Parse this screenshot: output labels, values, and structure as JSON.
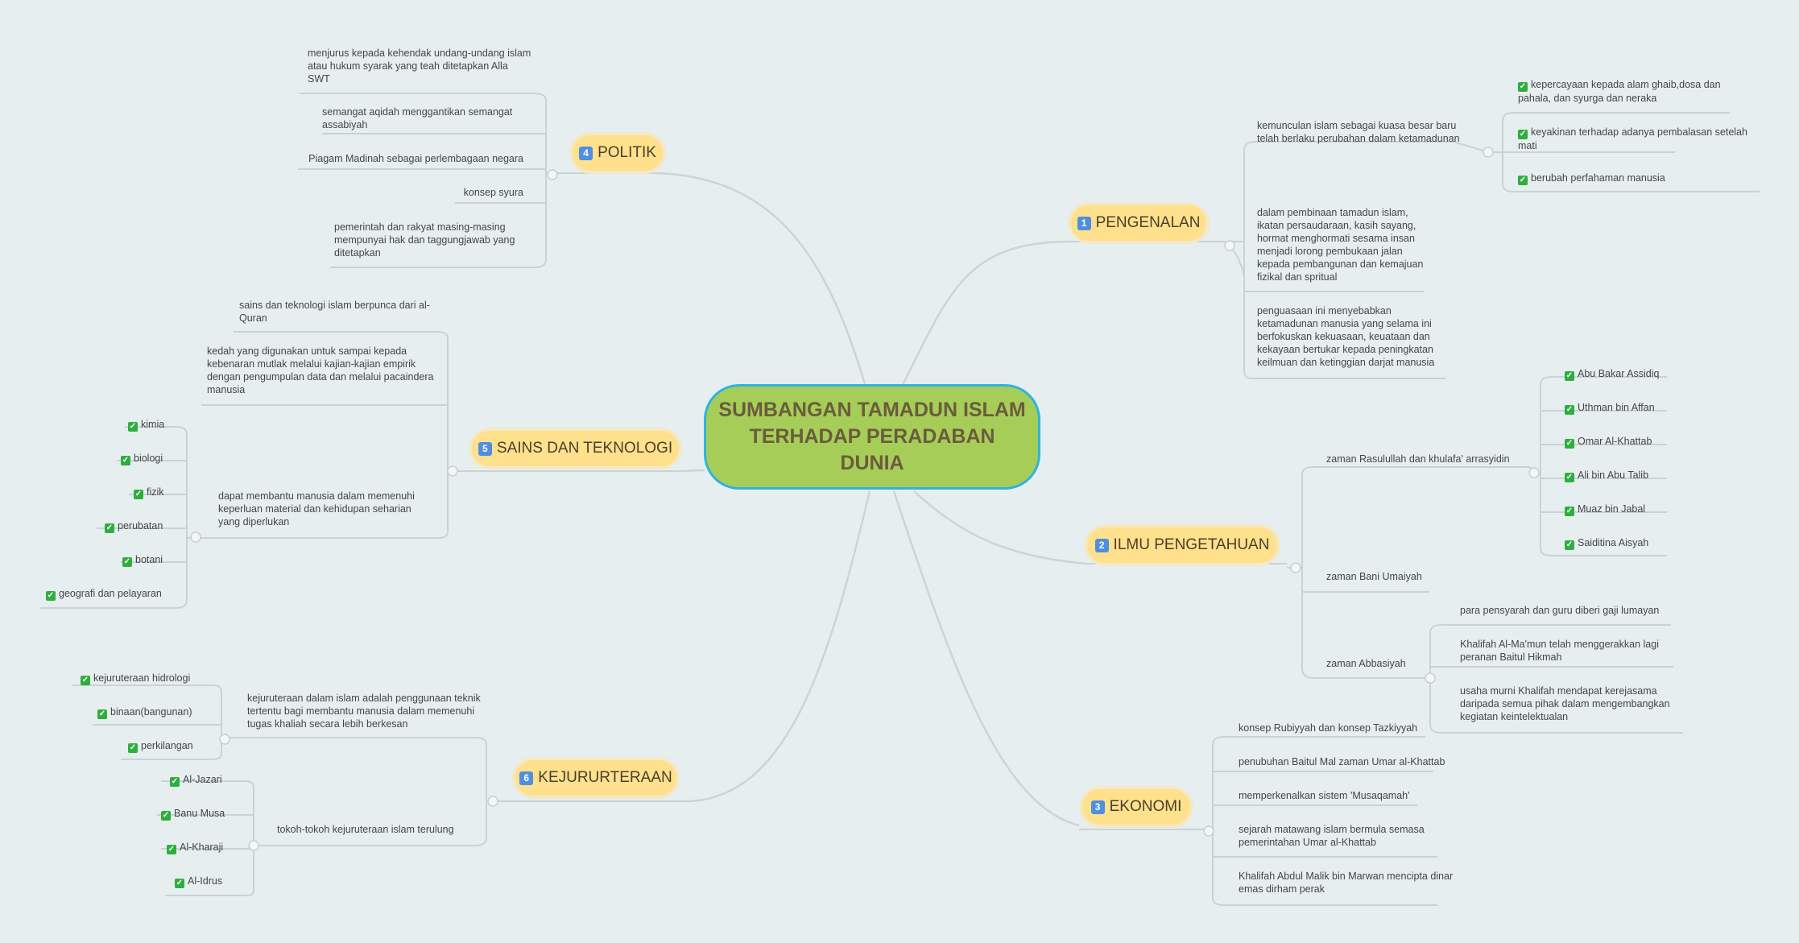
{
  "central": {
    "title": "SUMBANGAN TAMADUN ISLAM TERHADAP PERADABAN DUNIA"
  },
  "icons": {
    "number_badge": "keycap-number-icon",
    "check": "check-mark-button-icon"
  },
  "colors": {
    "central_fill": "#a6cd58",
    "central_border": "#2eb3df",
    "branch_fill": "#ffe08c",
    "check_green": "#2fae3f",
    "number_blue": "#4f8ee0",
    "line": "#c9d2d4"
  },
  "branches": {
    "pengenalan": {
      "num": "1",
      "label": "PENGENALAN",
      "items": [
        "kemunculan islam sebagai kuasa besar baru telah berlaku perubahan dalam ketamadunan",
        "dalam pembinaan tamadun islam, ikatan persaudaraan, kasih sayang, hormat menghormati sesama insan menjadi lorong pembukaan jalan kepada pembangunan dan kemajuan fizikal dan spritual",
        "penguasaan ini menyebabkan ketamadunan manusia yang selama ini berfokuskan kekuasaan, keuataan dan kekayaan bertukar kepada peningkatan keilmuan dan ketinggian darjat manusia"
      ],
      "sub": [
        "kepercayaan kepada alam ghaib,dosa dan pahala, dan syurga dan neraka",
        "keyakinan terhadap adanya pembalasan setelah mati",
        "berubah perfahaman manusia"
      ]
    },
    "ilmu": {
      "num": "2",
      "label": "ILMU PENGETAHUAN",
      "items": [
        "zaman Rasulullah dan khulafa' arrasyidin",
        "zaman Bani Umaiyah",
        "zaman Abbasiyah"
      ],
      "rasulullah": [
        "Abu Bakar Assidiq",
        "Uthman bin Affan",
        "Omar Al-Khattab",
        "Ali bin Abu Talib",
        "Muaz bin Jabal",
        "Saiditina Aisyah"
      ],
      "abbasiyah": [
        "para pensyarah dan guru diberi gaji lumayan",
        "Khalifah Al-Ma'mun telah menggerakkan lagi peranan Baitul Hikmah",
        "usaha murni Khalifah mendapat kerejasama daripada semua pihak dalam mengembangkan kegiatan keintelektualan"
      ]
    },
    "ekonomi": {
      "num": "3",
      "label": "EKONOMI",
      "items": [
        "konsep Rubiyyah dan konsep Tazkiyyah",
        "penubuhan Baitul Mal zaman Umar al-Khattab",
        "memperkenalkan sistem 'Musaqamah'",
        "sejarah matawang islam bermula semasa pemerintahan Umar al-Khattab",
        "Khalifah Abdul Malik bin Marwan mencipta dinar emas dirham perak"
      ]
    },
    "politik": {
      "num": "4",
      "label": "POLITIK",
      "items": [
        "menjurus kepada kehendak undang-undang islam atau hukum syarak yang teah ditetapkan Alla SWT",
        "semangat aqidah menggantikan semangat assabiyah",
        "Piagam Madinah sebagai perlembagaan negara",
        "konsep syura",
        "pemerintah dan rakyat masing-masing mempunyai hak dan taggungjawab yang ditetapkan"
      ]
    },
    "sains": {
      "num": "5",
      "label": "SAINS DAN TEKNOLOGI",
      "items": [
        "sains dan teknologi islam berpunca dari al-Quran",
        "kedah yang digunakan untuk sampai kepada kebenaran mutlak melalui kajian-kajian empirik dengan pengumpulan data dan melalui pacaindera manusia",
        "dapat membantu manusia dalam memenuhi keperluan material dan kehidupan seharian yang diperlukan"
      ],
      "sub": [
        "kimia",
        "biologi",
        "fizik",
        "perubatan",
        "botani",
        "geografi dan pelayaran"
      ]
    },
    "kejuruteraan": {
      "num": "6",
      "label": "KEJURURTERAAN",
      "items": [
        "kejuruteraan dalam islam adalah penggunaan teknik tertentu bagi membantu manusia dalam memenuhi tugas khaliah secara lebih berkesan",
        "tokoh-tokoh kejuruteraan islam terulung"
      ],
      "sub1": [
        "kejuruteraan hidrologi",
        "binaan(bangunan)",
        "perkilangan"
      ],
      "sub2": [
        "Al-Jazari",
        "Banu Musa",
        "Al-Kharaji",
        "Al-Idrus"
      ]
    }
  }
}
